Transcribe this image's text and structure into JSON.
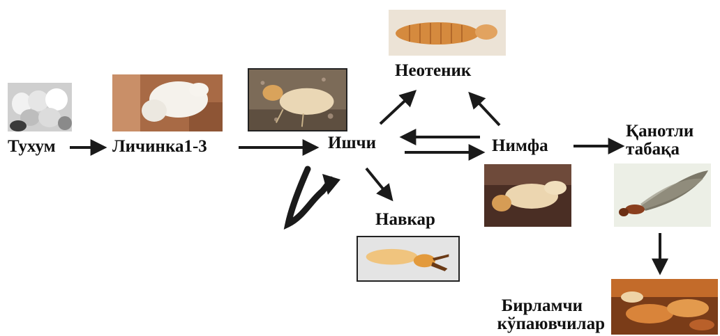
{
  "diagram": {
    "nodes": {
      "egg": {
        "label": "Тухум"
      },
      "larva": {
        "label": "Личинка1-3"
      },
      "worker": {
        "label": "Ишчи"
      },
      "neotenic": {
        "label": "Неотеник"
      },
      "nymph": {
        "label": "Нимфа"
      },
      "soldier": {
        "label": "Навкар"
      },
      "winged": {
        "label_line1": "Қанотли",
        "label_line2": "табақа"
      },
      "primary": {
        "label_line1": "Бирламчи",
        "label_line2": "кўпаювчилар"
      }
    },
    "edges": [
      {
        "from": "egg",
        "to": "larva"
      },
      {
        "from": "larva",
        "to": "worker"
      },
      {
        "from": "worker",
        "to": "worker"
      },
      {
        "from": "worker",
        "to": "neotenic"
      },
      {
        "from": "worker",
        "to": "nymph"
      },
      {
        "from": "nymph",
        "to": "worker"
      },
      {
        "from": "worker",
        "to": "soldier"
      },
      {
        "from": "nymph",
        "to": "neotenic"
      },
      {
        "from": "nymph",
        "to": "winged"
      },
      {
        "from": "winged",
        "to": "primary"
      }
    ],
    "colors": {
      "arrow": "#1a1a1a",
      "text": "#111111"
    }
  }
}
